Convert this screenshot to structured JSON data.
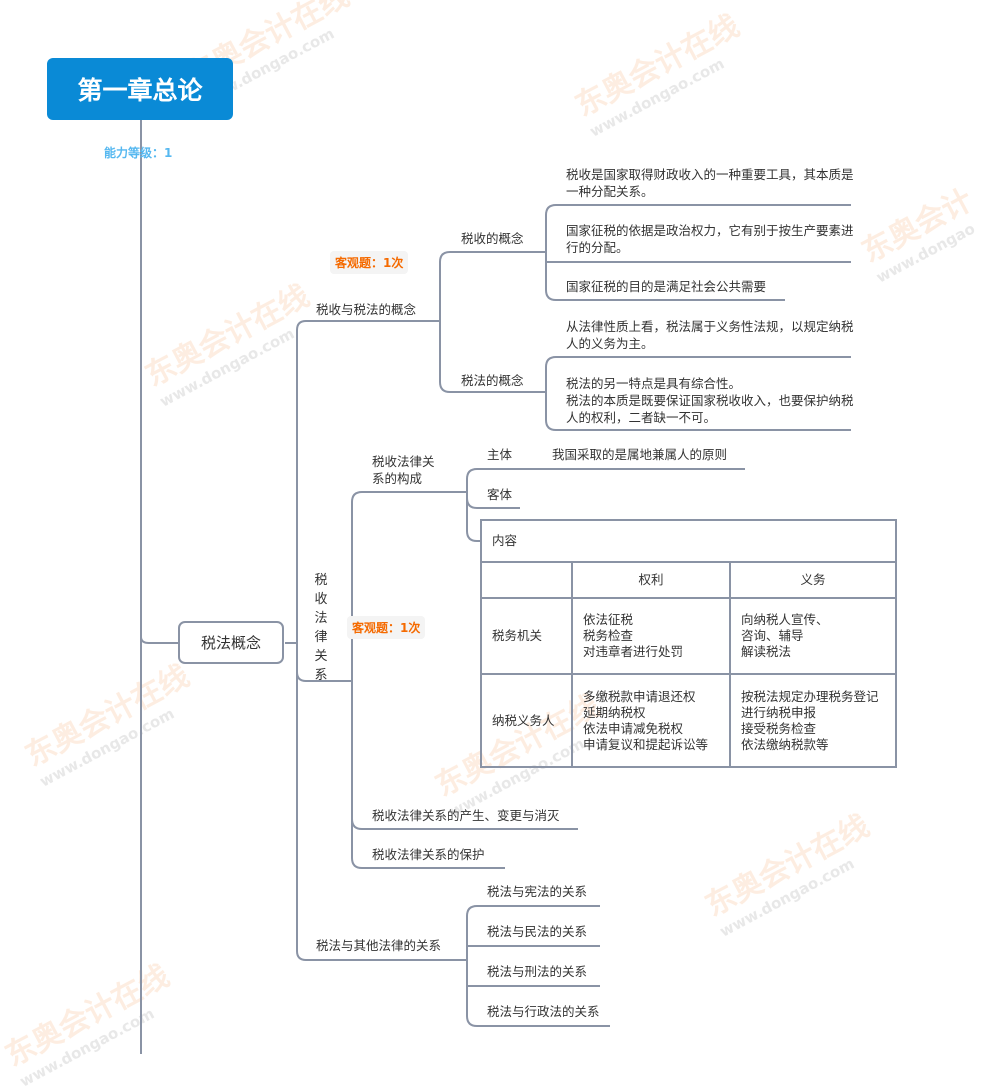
{
  "watermark": {
    "brand": "东奥会计在线",
    "url": "www.dongao.com"
  },
  "root": {
    "title": "第一章总论",
    "level": "能力等级：1"
  },
  "main_node": {
    "label": "税法概念"
  },
  "branch1": {
    "label": "税收与税法的概念",
    "callout": "客观题：1次",
    "tax_concept": {
      "label": "税收的概念",
      "leaves": [
        "税收是国家取得财政收入的一种重要工具，其本质是一种分配关系。",
        "国家征税的依据是政治权力，它有别于按生产要素进行的分配。",
        "国家征税的目的是满足社会公共需要"
      ]
    },
    "law_concept": {
      "label": "税法的概念",
      "leaves": [
        "从法律性质上看，税法属于义务性法规，以规定纳税人的义务为主。",
        "税法的另一特点是具有综合性。\n税法的本质是既要保证国家税收收入，也要保护纳税人的权利，二者缺一不可。"
      ]
    }
  },
  "branch2": {
    "label": "税收法律关系",
    "callout": "客观题：1次",
    "composition": {
      "label": "税收法律关系的构成",
      "subject": {
        "label": "主体",
        "note": "我国采取的是属地兼属人的原则"
      },
      "object": {
        "label": "客体"
      },
      "content": {
        "label": "内容",
        "headers": [
          "",
          "权利",
          "义务"
        ],
        "rows": [
          {
            "party": "税务机关",
            "rights": "依法征税\n税务检查\n对违章者进行处罚",
            "duties": "向纳税人宣传、\n咨询、辅导\n解读税法"
          },
          {
            "party": "纳税义务人",
            "rights": "多缴税款申请退还权\n延期纳税权\n依法申请减免税权\n申请复议和提起诉讼等",
            "duties": "按税法规定办理税务登记\n进行纳税申报\n接受税务检查\n依法缴纳税款等"
          }
        ]
      }
    },
    "change": "税收法律关系的产生、变更与消灭",
    "protection": "税收法律关系的保护"
  },
  "branch3": {
    "label": "税法与其他法律的关系",
    "items": [
      "税法与宪法的关系",
      "税法与民法的关系",
      "税法与刑法的关系",
      "税法与行政法的关系"
    ]
  }
}
